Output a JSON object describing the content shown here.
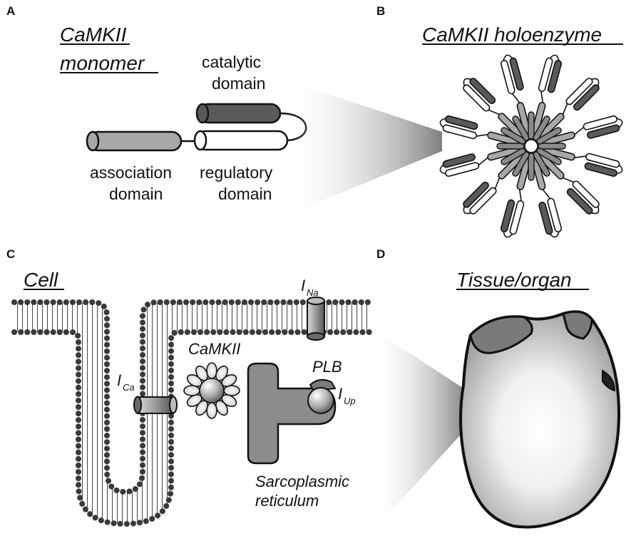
{
  "panels": {
    "a": {
      "letter": "A",
      "title_line1": "CaMKII",
      "title_line2": "monomer",
      "catalytic_line1": "catalytic",
      "catalytic_line2": "domain",
      "association_line1": "association",
      "association_line2": "domain",
      "regulatory_line1": "regulatory",
      "regulatory_line2": "domain"
    },
    "b": {
      "letter": "B",
      "title": "CaMKII holoenzyme"
    },
    "c": {
      "letter": "C",
      "title": "Cell",
      "ina_main": "I",
      "ina_sub": "Na",
      "ica_main": "I",
      "ica_sub": "Ca",
      "camkii_label": "CaMKII",
      "plb_label": "PLB",
      "iup_main": "I",
      "iup_sub": "Up",
      "sr_line1": "Sarcoplasmic",
      "sr_line2": "reticulum"
    },
    "d": {
      "letter": "D",
      "title": "Tissue/organ"
    }
  },
  "colors": {
    "association_domain": "#a8a8a8",
    "catalytic_domain": "#5a5a5a",
    "regulatory_domain": "#ffffff",
    "membrane_bead": "#3a3a3a",
    "sarcoplasmic_reticulum": "#8c8c8c",
    "outline": "#111111"
  }
}
